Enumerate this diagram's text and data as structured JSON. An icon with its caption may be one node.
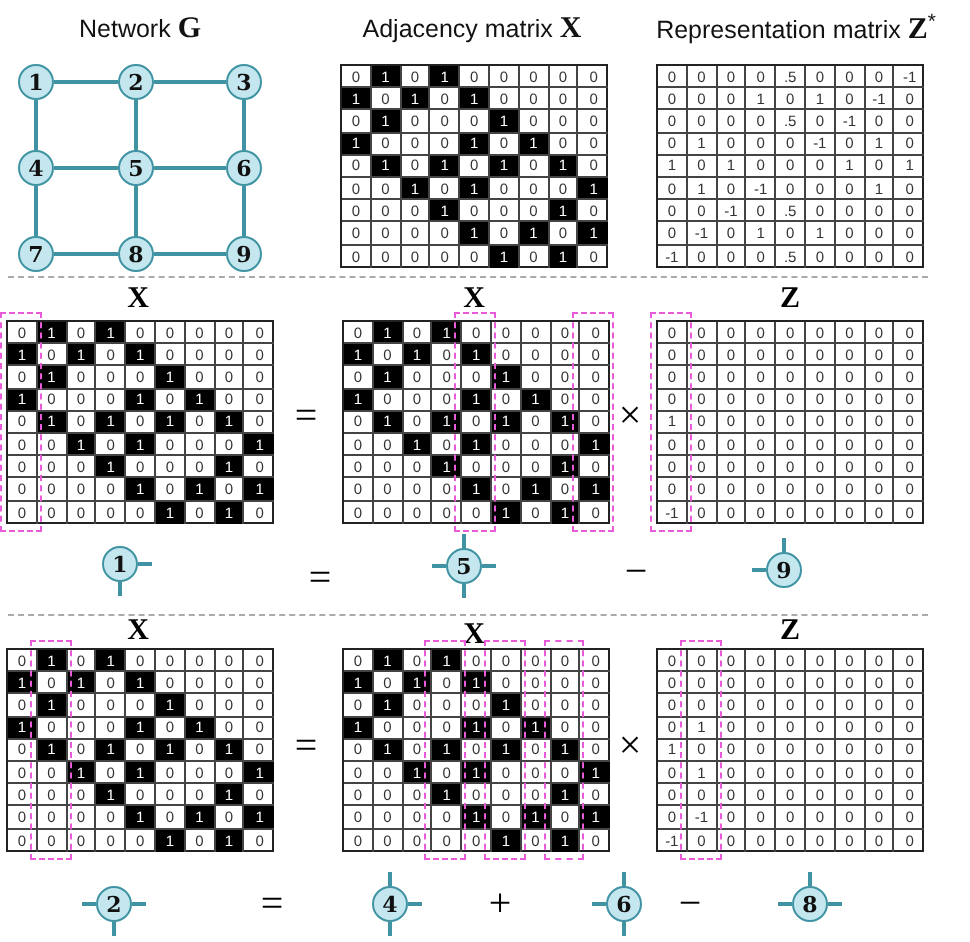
{
  "diagram": {
    "nodes": [
      {
        "text": [
          "1"
        ]
      },
      {
        "text": [
          "2"
        ]
      },
      {
        "text": [
          "3"
        ]
      },
      {
        "text": [
          "4"
        ]
      },
      {
        "text": [
          "5"
        ]
      },
      {
        "text": [
          "6"
        ]
      },
      {
        "text": [
          "7"
        ]
      },
      {
        "text": [
          "8"
        ]
      },
      {
        "text": [
          "9"
        ]
      },
      {
        "text": [
          "1"
        ]
      },
      {
        "text": [
          "5"
        ]
      },
      {
        "text": [
          "9"
        ]
      },
      {
        "text": [
          "2"
        ]
      },
      {
        "text": [
          "4"
        ]
      },
      {
        "text": [
          "6"
        ]
      },
      {
        "text": [
          "8"
        ]
      }
    ],
    "edges": [
      {
        "from": 0,
        "to": 1,
        "arrow": "none"
      },
      {
        "from": 1,
        "to": 2,
        "arrow": "none"
      },
      {
        "from": 0,
        "to": 3,
        "arrow": "none"
      },
      {
        "from": 1,
        "to": 4,
        "arrow": "none"
      },
      {
        "from": 2,
        "to": 5,
        "arrow": "none"
      },
      {
        "from": 3,
        "to": 4,
        "arrow": "none"
      },
      {
        "from": 4,
        "to": 5,
        "arrow": "none"
      },
      {
        "from": 3,
        "to": 6,
        "arrow": "none"
      },
      {
        "from": 4,
        "to": 7,
        "arrow": "none"
      },
      {
        "from": 5,
        "to": 8,
        "arrow": "none"
      },
      {
        "from": 6,
        "to": 7,
        "arrow": "none"
      },
      {
        "from": 7,
        "to": 8,
        "arrow": "none"
      },
      {
        "from": 9,
        "to": null,
        "arrow": "none"
      },
      {
        "from": 9,
        "to": null,
        "arrow": "none"
      },
      {
        "from": 10,
        "to": null,
        "arrow": "none"
      },
      {
        "from": 10,
        "to": null,
        "arrow": "none"
      },
      {
        "from": 10,
        "to": null,
        "arrow": "none"
      },
      {
        "from": 10,
        "to": null,
        "arrow": "none"
      },
      {
        "from": 11,
        "to": null,
        "arrow": "none"
      },
      {
        "from": 11,
        "to": null,
        "arrow": "none"
      },
      {
        "from": 12,
        "to": null,
        "arrow": "none"
      },
      {
        "from": 12,
        "to": null,
        "arrow": "none"
      },
      {
        "from": 12,
        "to": null,
        "arrow": "none"
      },
      {
        "from": 13,
        "to": null,
        "arrow": "none"
      },
      {
        "from": 13,
        "to": null,
        "arrow": "none"
      },
      {
        "from": 13,
        "to": null,
        "arrow": "none"
      },
      {
        "from": 14,
        "to": null,
        "arrow": "none"
      },
      {
        "from": 14,
        "to": null,
        "arrow": "none"
      },
      {
        "from": 14,
        "to": null,
        "arrow": "none"
      },
      {
        "from": 15,
        "to": null,
        "arrow": "none"
      },
      {
        "from": 15,
        "to": null,
        "arrow": "none"
      },
      {
        "from": 15,
        "to": null,
        "arrow": "none"
      }
    ],
    "labels": [
      "Network **G**",
      "Adjacency matrix **X**",
      "Representation matrix **Z**$^{*}$",
      "0",
      "1",
      "0",
      "1",
      "0",
      "0",
      "0",
      "0",
      "0",
      "1",
      "0",
      "1",
      "0",
      "1",
      "0",
      "0",
      "0",
      "0",
      "0",
      "1",
      "0",
      "0",
      "0",
      "1",
      "0",
      "0",
      "0",
      "1",
      "0",
      "0",
      "0",
      "1",
      "0",
      "1",
      "0",
      "0",
      "0",
      "1",
      "0",
      "1",
      "0",
      "1",
      "0",
      "1",
      "0",
      "0",
      "0",
      "1",
      "0",
      "1",
      "0",
      "0",
      "0",
      "1",
      "0",
      "0",
      "0",
      "1",
      "0",
      "0",
      "0",
      "1",
      "0",
      "0",
      "0",
      "0",
      "0",
      "1",
      "0",
      "1",
      "0",
      "1",
      "0",
      "0",
      "0",
      "0",
      "0",
      "1",
      "0",
      "1",
      "0",
      "0",
      "0",
      "0",
      "0",
      ".5",
      "0",
      "0",
      "0",
      "-1",
      "0",
      "0",
      "0",
      "1",
      "0",
      "1",
      "0",
      "-1",
      "0",
      "0",
      "0",
      "0",
      "0",
      ".5",
      "0",
      "-1",
      "0",
      "0",
      "0",
      "1",
      "0",
      "0",
      "0",
      "-1",
      "0",
      "1",
      "0",
      "1",
      "0",
      "1",
      "0",
      "0",
      "0",
      "1",
      "0",
      "1",
      "0",
      "1",
      "0",
      "-1",
      "0",
      "0",
      "0",
      "1",
      "0",
      "0",
      "0",
      "-1",
      "0",
      ".5",
      "0",
      "0",
      "0",
      "0",
      "0",
      "-1",
      "0",
      "1",
      "0",
      "1",
      "0",
      "0",
      "0",
      "-1",
      "0",
      "0",
      "0",
      ".5",
      "0",
      "0",
      "0",
      "0",
      "X",
      "0",
      "1",
      "0",
      "1",
      "0",
      "0",
      "0",
      "0",
      "0",
      "1",
      "0",
      "1",
      "0",
      "1",
      "0",
      "0",
      "0",
      "0",
      "0",
      "1",
      "0",
      "0",
      "0",
      "1",
      "0",
      "0",
      "0",
      "1",
      "0",
      "0",
      "0",
      "1",
      "0",
      "1",
      "0",
      "0",
      "0",
      "1",
      "0",
      "1",
      "0",
      "1",
      "0",
      "1",
      "0",
      "0",
      "0",
      "1",
      "0",
      "1",
      "0",
      "0",
      "0",
      "1",
      "0",
      "0",
      "0",
      "1",
      "0",
      "0",
      "0",
      "1",
      "0",
      "0",
      "0",
      "0",
      "0",
      "1",
      "0",
      "1",
      "0",
      "1",
      "0",
      "0",
      "0",
      "0",
      "0",
      "1",
      "0",
      "1",
      "0",
      "=",
      "X",
      "0",
      "1",
      "0",
      "1",
      "0",
      "0",
      "0",
      "0",
      "0",
      "1",
      "0",
      "1",
      "0",
      "1",
      "0",
      "0",
      "0",
      "0",
      "0",
      "1",
      "0",
      "0",
      "0",
      "1",
      "0",
      "0",
      "0",
      "1",
      "0",
      "0",
      "0",
      "1",
      "0",
      "1",
      "0",
      "0",
      "0",
      "1",
      "0",
      "1",
      "0",
      "1",
      "0",
      "1",
      "0",
      "0",
      "0",
      "1",
      "0",
      "1",
      "0",
      "0",
      "0",
      "1",
      "0",
      "0",
      "0",
      "1",
      "0",
      "0",
      "0",
      "1",
      "0",
      "0",
      "0",
      "0",
      "0",
      "1",
      "0",
      "1",
      "0",
      "1",
      "0",
      "0",
      "0",
      "0",
      "0",
      "1",
      "0",
      "1",
      "0",
      "×",
      "Z",
      "0",
      "0",
      "0",
      "0",
      "0",
      "0",
      "0",
      "0",
      "0",
      "0",
      "0",
      "0",
      "0",
      "0",
      "0",
      "0",
      "0",
      "0",
      "0",
      "0",
      "0",
      "0",
      "0",
      "0",
      "0",
      "0",
      "0",
      "0",
      "0",
      "0",
      "0",
      "0",
      "0",
      "0",
      "0",
      "0",
      "1",
      "0",
      "0",
      "0",
      "0",
      "0",
      "0",
      "0",
      "0",
      "0",
      "0",
      "0",
      "0",
      "0",
      "0",
      "0",
      "0",
      "0",
      "0",
      "0",
      "0",
      "0",
      "0",
      "0",
      "0",
      "0",
      "0",
      "0",
      "0",
      "0",
      "0",
      "0",
      "0",
      "0",
      "0",
      "0",
      "-1",
      "0",
      "0",
      "0",
      "0",
      "0",
      "0",
      "0",
      "0",
      "=",
      "−",
      "X",
      "0",
      "1",
      "0",
      "1",
      "0",
      "0",
      "0",
      "0",
      "0",
      "1",
      "0",
      "1",
      "0",
      "1",
      "0",
      "0",
      "0",
      "0",
      "0",
      "1",
      "0",
      "0",
      "0",
      "1",
      "0",
      "0",
      "0",
      "1",
      "0",
      "0",
      "0",
      "1",
      "0",
      "1",
      "0",
      "0",
      "0",
      "1",
      "0",
      "1",
      "0",
      "1",
      "0",
      "1",
      "0",
      "0",
      "0",
      "1",
      "0",
      "1",
      "0",
      "0",
      "0",
      "1",
      "0",
      "0",
      "0",
      "1",
      "0",
      "0",
      "0",
      "1",
      "0",
      "0",
      "0",
      "0",
      "0",
      "1",
      "0",
      "1",
      "0",
      "1",
      "0",
      "0",
      "0",
      "0",
      "0",
      "1",
      "0",
      "1",
      "0",
      "=",
      "X",
      "0",
      "1",
      "0",
      "1",
      "0",
      "0",
      "0",
      "0",
      "0",
      "1",
      "0",
      "1",
      "0",
      "1",
      "0",
      "0",
      "0",
      "0",
      "0",
      "1",
      "0",
      "0",
      "0",
      "1",
      "0",
      "0",
      "0",
      "1",
      "0",
      "0",
      "0",
      "1",
      "0",
      "1",
      "0",
      "0",
      "0",
      "1",
      "0",
      "1",
      "0",
      "1",
      "0",
      "1",
      "0",
      "0",
      "0",
      "1",
      "0",
      "1",
      "0",
      "0",
      "0",
      "1",
      "0",
      "0",
      "0",
      "1",
      "0",
      "0",
      "0",
      "1",
      "0",
      "0",
      "0",
      "0",
      "0",
      "1",
      "0",
      "1",
      "0",
      "1",
      "0",
      "0",
      "0",
      "0",
      "0",
      "1",
      "0",
      "1",
      "0",
      "×",
      "Z",
      "0",
      "0",
      "0",
      "0",
      "0",
      "0",
      "0",
      "0",
      "0",
      "0",
      "0",
      "0",
      "0",
      "0",
      "0",
      "0",
      "0",
      "0",
      "0",
      "0",
      "0",
      "0",
      "0",
      "0",
      "0",
      "0",
      "0",
      "0",
      "1",
      "0",
      "0",
      "0",
      "0",
      "0",
      "0",
      "0",
      "1",
      "0",
      "0",
      "0",
      "0",
      "0",
      "0",
      "0",
      "0",
      "0",
      "1",
      "0",
      "0",
      "0",
      "0",
      "0",
      "0",
      "0",
      "0",
      "0",
      "0",
      "0",
      "0",
      "0",
      "0",
      "0",
      "0",
      "0",
      "-1",
      "0",
      "0",
      "0",
      "0",
      "0",
      "0",
      "0",
      "-1",
      "0",
      "0",
      "0",
      "0",
      "0",
      "0",
      "0",
      "0",
      "=",
      "+",
      "−"
    ]
  }
}
